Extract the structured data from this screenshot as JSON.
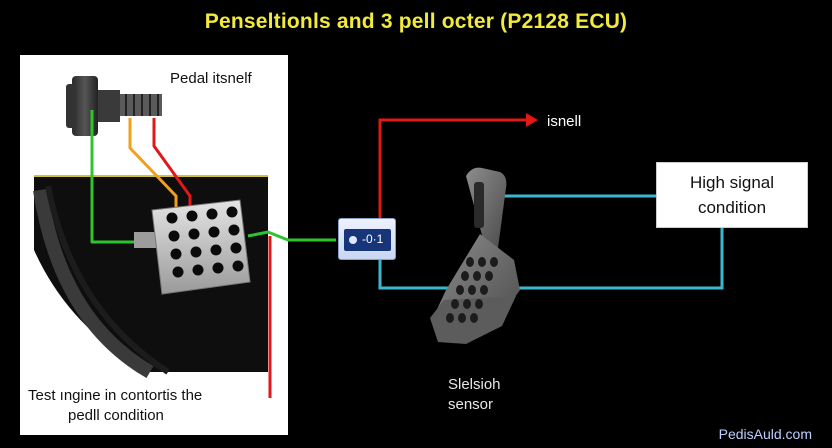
{
  "title": "Penseltionls and 3 pell octer (P2128 ECU)",
  "labels": {
    "pedal_itself": "Pedal itsnelf",
    "isnell": "isnell",
    "high_signal_line1": "High signal",
    "high_signal_line2": "condition",
    "left_caption_line1": "Test ıngine in contortis the",
    "left_caption_line2": "pedll condition",
    "sensor_line1": "Slelsioh",
    "sensor_line2": "sensor",
    "ecu_reading": "-0·1"
  },
  "watermark": "PedisAuld.com",
  "colors": {
    "title": "#f2ea3c",
    "wire_green": "#2ec42e",
    "wire_orange": "#f0a020",
    "wire_red": "#e01818",
    "wire_cyan": "#3ab8d0",
    "ecu_screen": "#17367a"
  },
  "icons": [
    "connector-icon",
    "pedal-sensor-icon",
    "ecu-module-icon",
    "arrow-right-icon"
  ]
}
